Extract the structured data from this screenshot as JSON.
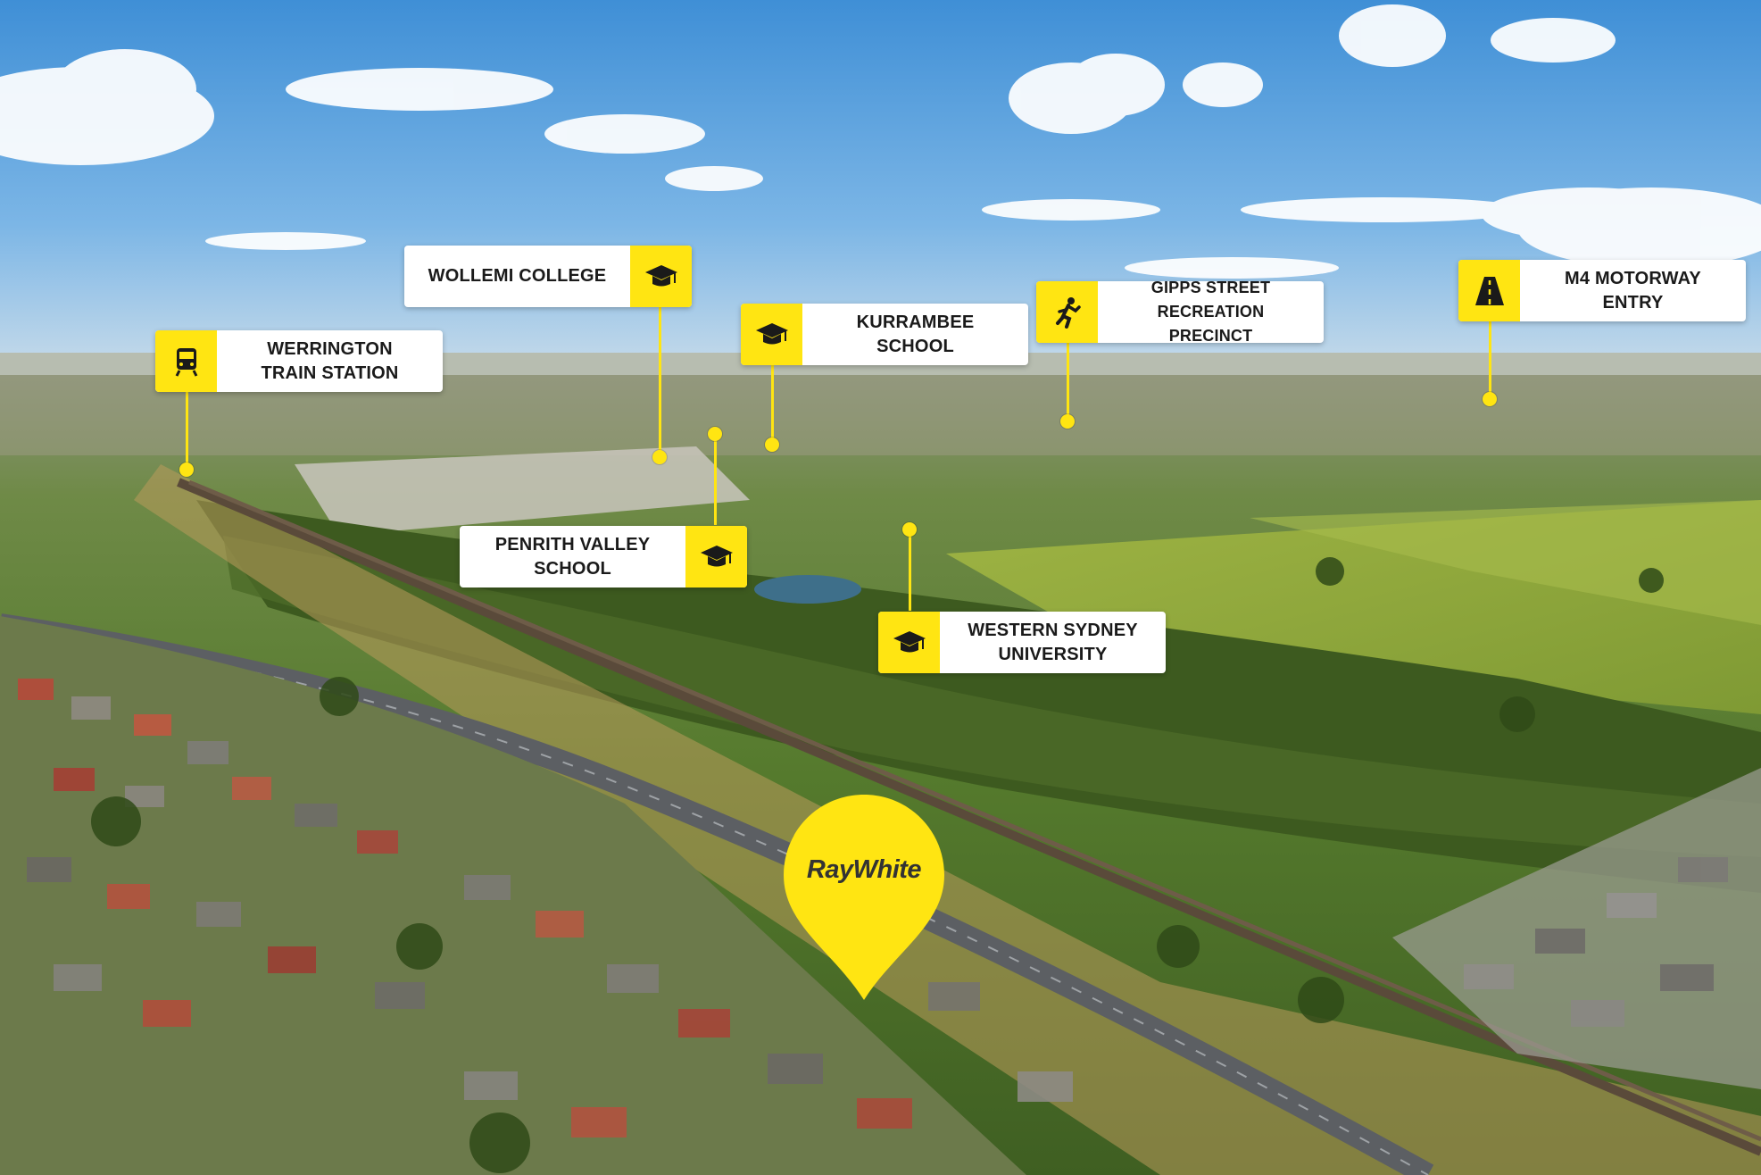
{
  "brand_color": "#ffe512",
  "logo": {
    "text": "RayWhite"
  },
  "points_of_interest": [
    {
      "id": "werrington",
      "label": "WERRINGTON\nTRAIN STATION",
      "icon": "train-icon"
    },
    {
      "id": "wollemi",
      "label": "WOLLEMI COLLEGE",
      "icon": "graduation-cap-icon"
    },
    {
      "id": "kurrambee",
      "label": "KURRAMBEE\nSCHOOL",
      "icon": "graduation-cap-icon"
    },
    {
      "id": "gipps",
      "label": "GIPPS STREET\nRECREATION PRECINCT",
      "icon": "running-person-icon"
    },
    {
      "id": "m4",
      "label": "M4 MOTORWAY\nENTRY",
      "icon": "motorway-icon"
    },
    {
      "id": "penrith",
      "label": "PENRITH VALLEY\nSCHOOL",
      "icon": "graduation-cap-icon"
    },
    {
      "id": "wsu",
      "label": "WESTERN SYDNEY\nUNIVERSITY",
      "icon": "graduation-cap-icon"
    }
  ]
}
